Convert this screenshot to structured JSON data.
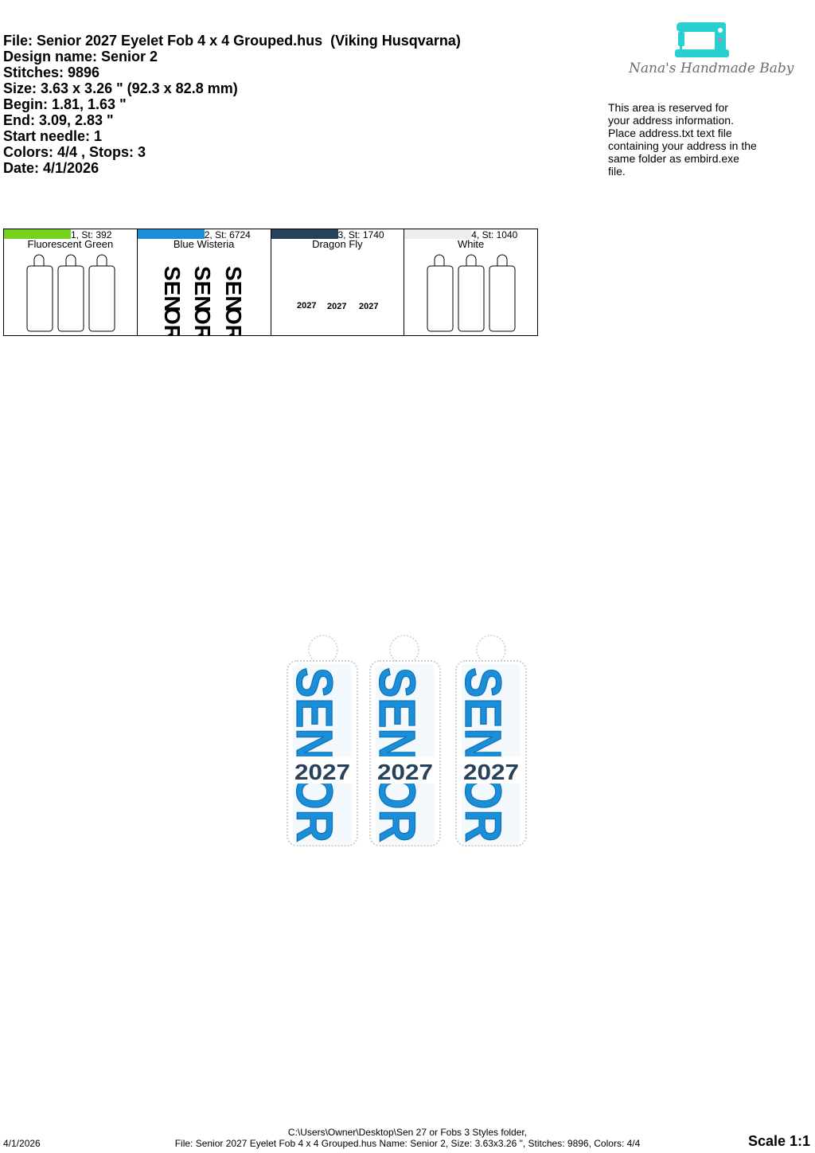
{
  "info": {
    "file": "File: Senior 2027 Eyelet Fob 4 x 4 Grouped.hus  (Viking Husqvarna)",
    "design_name": "Design name: Senior 2",
    "stitches": "Stitches: 9896",
    "size": "Size: 3.63 x 3.26 \" (92.3 x 82.8 mm)",
    "begin": "Begin: 1.81, 1.63 \"",
    "end": "End: 3.09, 2.83 \"",
    "start_needle": "Start needle: 1",
    "colors": "Colors: 4/4 , Stops: 3",
    "date": "Date: 4/1/2026"
  },
  "logo": {
    "text": "Nana's Handmade Baby",
    "icon": "sewing-machine-icon",
    "color": "#2ad0d0"
  },
  "address": {
    "lines": [
      "This area is reserved for",
      "your address information.",
      "Place address.txt text file",
      "containing your address in the",
      "same folder as embird.exe",
      "file."
    ]
  },
  "swatches": [
    {
      "stitch": "1, St: 392",
      "name": "Fluorescent Green",
      "color": "#76d21c"
    },
    {
      "stitch": "2, St: 6724",
      "name": "Blue Wisteria",
      "color": "#1a8fd8"
    },
    {
      "stitch": "3, St: 1740",
      "name": "Dragon Fly",
      "color": "#27415a"
    },
    {
      "stitch": "4, St: 1040",
      "name": "White",
      "color": "#eeeeee"
    }
  ],
  "preview_text": {
    "word": "SENIOR",
    "year": "2027",
    "sen": "SEN",
    "or": "OR"
  },
  "footer": {
    "path": "C:\\Users\\Owner\\Desktop\\Sen 27 or Fobs 3 Styles folder,",
    "file": "File: Senior 2027 Eyelet Fob 4 x 4 Grouped.hus Name: Senior 2, Size: 3.63x3.26 \", Stitches: 9896, Colors: 4/4",
    "date": "4/1/2026",
    "scale": "Scale 1:1"
  }
}
